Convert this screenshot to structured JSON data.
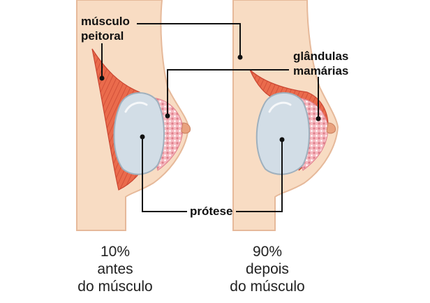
{
  "labels": {
    "muscle": [
      "músculo",
      "peitoral"
    ],
    "glands": [
      "glândulas",
      "mamárias"
    ],
    "implant": "prótese"
  },
  "captions": {
    "left": {
      "percent": "10%",
      "line1": "antes",
      "line2": "do músculo"
    },
    "right": {
      "percent": "90%",
      "line1": "depois",
      "line2": "do músculo"
    }
  },
  "colors": {
    "skin": "#f8dcc3",
    "skin_outline": "#e6b99a",
    "muscle": "#ea6b4c",
    "muscle_stripe": "#c94632",
    "implant": "#d2dde6",
    "implant_outline": "#9fb0bd",
    "gland": "#f5b8bf",
    "gland_dot": "#e07f8c",
    "leader": "#111111"
  }
}
